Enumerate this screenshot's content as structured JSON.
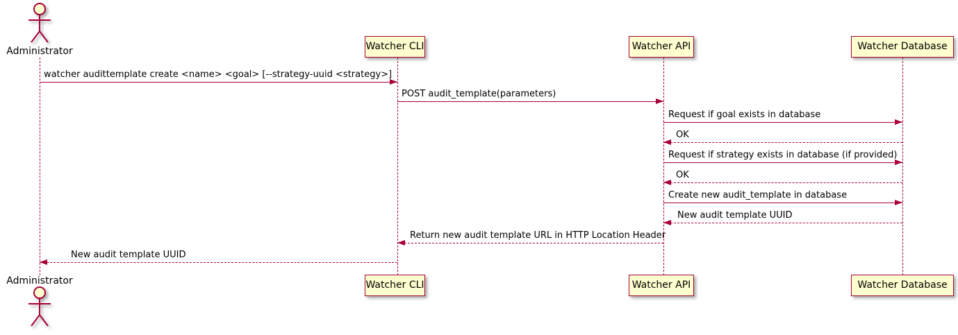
{
  "colors": {
    "line": "#A80036",
    "participant_fill": "#FEFECE",
    "text": "#000000",
    "background": "#FFFFFF"
  },
  "actors": [
    {
      "name": "Administrator"
    }
  ],
  "participants": [
    {
      "label": "Watcher CLI"
    },
    {
      "label": "Watcher API"
    },
    {
      "label": "Watcher Database"
    }
  ],
  "messages": [
    {
      "from": "Administrator",
      "to": "Watcher CLI",
      "line": "solid",
      "text": "watcher audittemplate create <name> <goal> [--strategy-uuid <strategy>]"
    },
    {
      "from": "Watcher CLI",
      "to": "Watcher API",
      "line": "solid",
      "text": "POST audit_template(parameters)"
    },
    {
      "from": "Watcher API",
      "to": "Watcher Database",
      "line": "solid",
      "text": "Request if goal exists in database"
    },
    {
      "from": "Watcher Database",
      "to": "Watcher API",
      "line": "dashed",
      "text": "OK"
    },
    {
      "from": "Watcher API",
      "to": "Watcher Database",
      "line": "solid",
      "text": "Request if strategy exists in database (if provided)"
    },
    {
      "from": "Watcher Database",
      "to": "Watcher API",
      "line": "dashed",
      "text": "OK"
    },
    {
      "from": "Watcher API",
      "to": "Watcher Database",
      "line": "solid",
      "text": "Create new audit_template in database"
    },
    {
      "from": "Watcher Database",
      "to": "Watcher API",
      "line": "dashed",
      "text": "New audit template UUID"
    },
    {
      "from": "Watcher API",
      "to": "Watcher CLI",
      "line": "dashed",
      "text": "Return new audit template URL in HTTP Location Header"
    },
    {
      "from": "Watcher CLI",
      "to": "Administrator",
      "line": "dashed",
      "text": "New audit template UUID"
    }
  ]
}
